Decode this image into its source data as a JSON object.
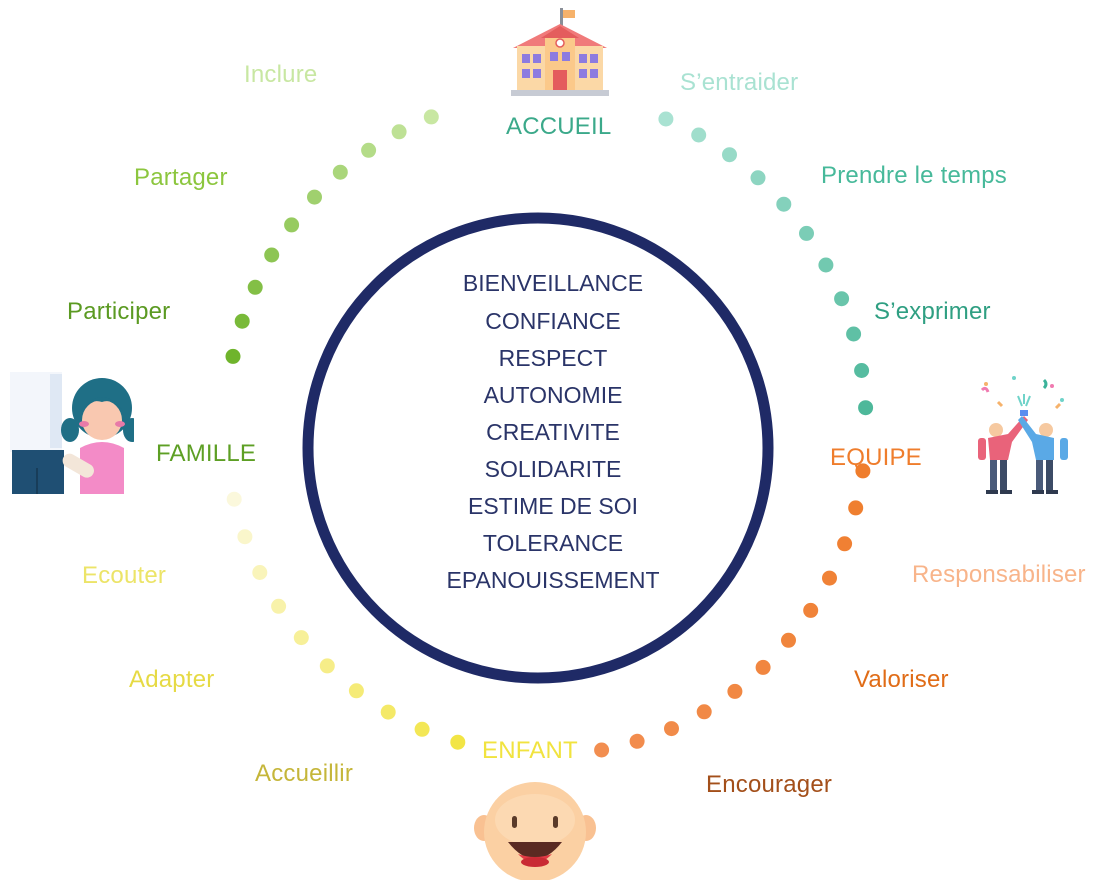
{
  "center_values": [
    "BIENVEILLANCE",
    "CONFIANCE",
    "RESPECT",
    "AUTONOMIE",
    "CREATIVITE",
    "SOLIDARITE",
    "ESTIME DE SOI",
    "TOLERANCE",
    "EPANOUISSEMENT"
  ],
  "poles": {
    "accueil": "ACCUEIL",
    "equipe": "EQUIPE",
    "enfant": "ENFANT",
    "famille": "FAMILLE"
  },
  "actions": {
    "accueil": [
      "S’entraider",
      "Prendre le temps",
      "S’exprimer"
    ],
    "equipe": [
      "Responsabiliser",
      "Valoriser",
      "Encourager"
    ],
    "enfant": [
      "Accueillir",
      "Adapter",
      "Ecouter"
    ],
    "famille": [
      "Participer",
      "Partager",
      "Inclure"
    ]
  },
  "colors": {
    "circle": "#1f2a66",
    "accueil_quadrant": "#4db89a",
    "equipe_quadrant": "#ef7d2c",
    "enfant_quadrant": "#f2e545",
    "famille_quadrant": "#6fb42c"
  },
  "icons": {
    "accueil": "school-building-icon",
    "equipe": "team-high-five-icon",
    "enfant": "baby-face-icon",
    "famille": "parent-child-icon"
  }
}
